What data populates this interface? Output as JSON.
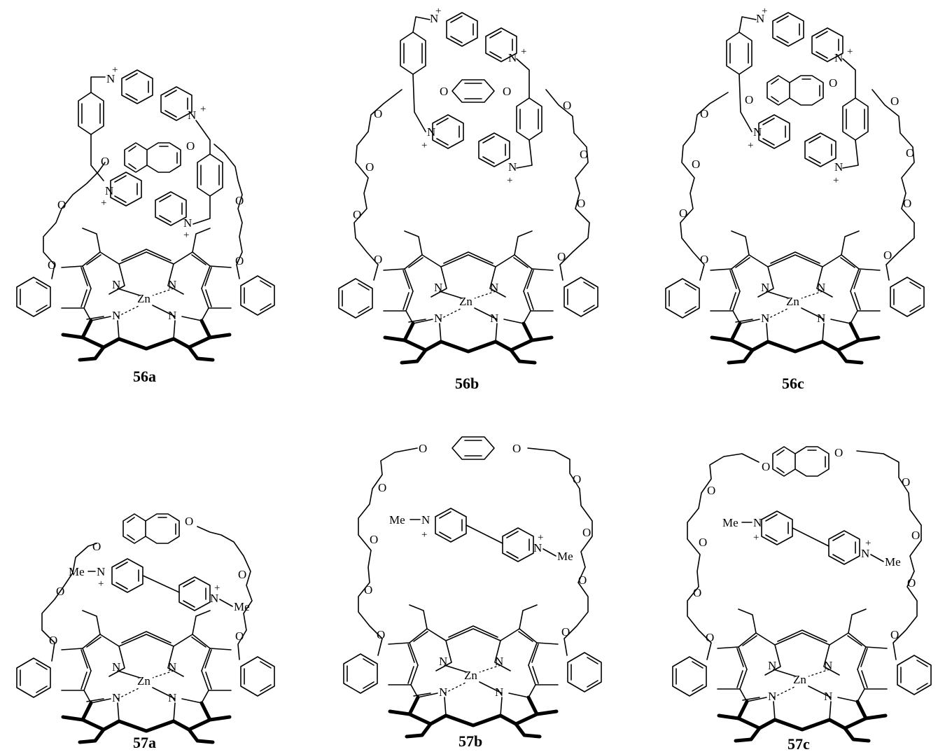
{
  "compounds": [
    {
      "id": "56a",
      "label": "56a",
      "spacer": "naphthalene",
      "guest": "cyclophane",
      "linker_o": 2,
      "atoms": {
        "metal": "Zn",
        "n1": "N",
        "n2": "N",
        "n3": "N",
        "n4": "N"
      }
    },
    {
      "id": "56b",
      "label": "56b",
      "spacer": "phenylene",
      "guest": "cyclophane",
      "linker_o": 3,
      "atoms": {
        "metal": "Zn",
        "n1": "N",
        "n2": "N",
        "n3": "N",
        "n4": "N"
      }
    },
    {
      "id": "56c",
      "label": "56c",
      "spacer": "naphthalene",
      "guest": "cyclophane",
      "linker_o": 3,
      "atoms": {
        "metal": "Zn",
        "n1": "N",
        "n2": "N",
        "n3": "N",
        "n4": "N"
      }
    },
    {
      "id": "57a",
      "label": "57a",
      "spacer": "naphthalene",
      "guest": "paraquat",
      "linker_o": 2,
      "atoms": {
        "metal": "Zn",
        "n1": "N",
        "n2": "N",
        "n3": "N",
        "n4": "N"
      }
    },
    {
      "id": "57b",
      "label": "57b",
      "spacer": "phenylene",
      "guest": "paraquat",
      "linker_o": 3,
      "atoms": {
        "metal": "Zn",
        "n1": "N",
        "n2": "N",
        "n3": "N",
        "n4": "N"
      }
    },
    {
      "id": "57c",
      "label": "57c",
      "spacer": "naphthalene",
      "guest": "paraquat",
      "linker_o": 3,
      "atoms": {
        "metal": "Zn",
        "n1": "N",
        "n2": "N",
        "n3": "N",
        "n4": "N"
      }
    }
  ],
  "atom_labels": {
    "oxygen": "O",
    "nitrogen": "N",
    "metal": "Zn",
    "methyl": "Me",
    "charge": "+"
  },
  "colors": {
    "ink": "#000000",
    "background": "#ffffff"
  }
}
